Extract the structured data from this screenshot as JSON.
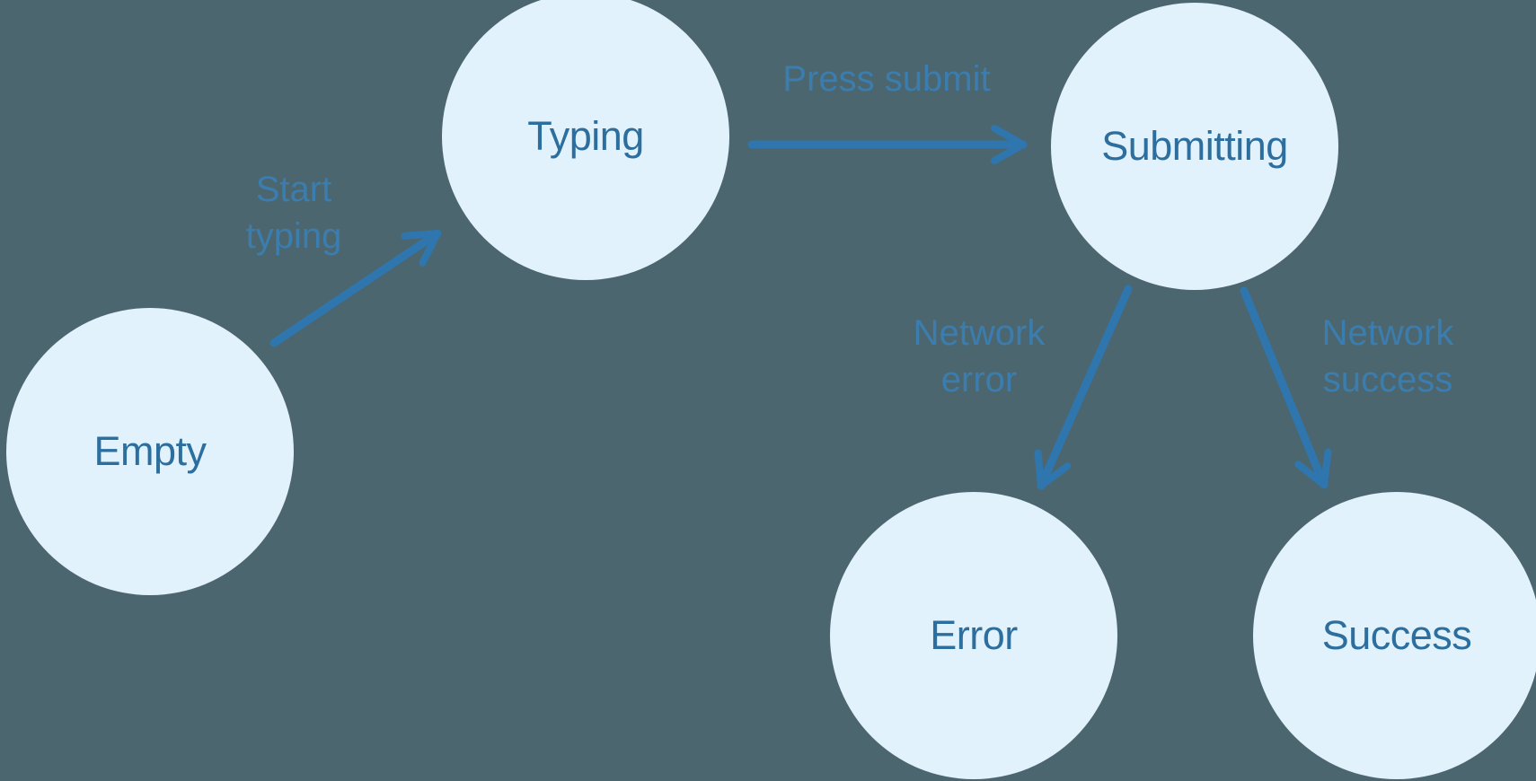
{
  "diagram": {
    "type": "state-machine",
    "background_color": "#4C666F",
    "node_fill_color": "#E2F2FC",
    "node_text_color": "#2C6F9F",
    "arrow_color": "#2E76AD",
    "edge_label_color": "#3A7DAE"
  },
  "nodes": [
    {
      "id": "empty",
      "label": "Empty"
    },
    {
      "id": "typing",
      "label": "Typing"
    },
    {
      "id": "submitting",
      "label": "Submitting"
    },
    {
      "id": "error",
      "label": "Error"
    },
    {
      "id": "success",
      "label": "Success"
    }
  ],
  "transitions": [
    {
      "id": "start-typing",
      "from": "Empty",
      "to": "Typing",
      "lines": [
        "Start",
        "typing"
      ]
    },
    {
      "id": "press-submit",
      "from": "Typing",
      "to": "Submitting",
      "lines": [
        "Press submit"
      ]
    },
    {
      "id": "network-error",
      "from": "Submitting",
      "to": "Error",
      "lines": [
        "Network",
        "error"
      ]
    },
    {
      "id": "network-success",
      "from": "Submitting",
      "to": "Success",
      "lines": [
        "Network",
        "success"
      ]
    }
  ]
}
